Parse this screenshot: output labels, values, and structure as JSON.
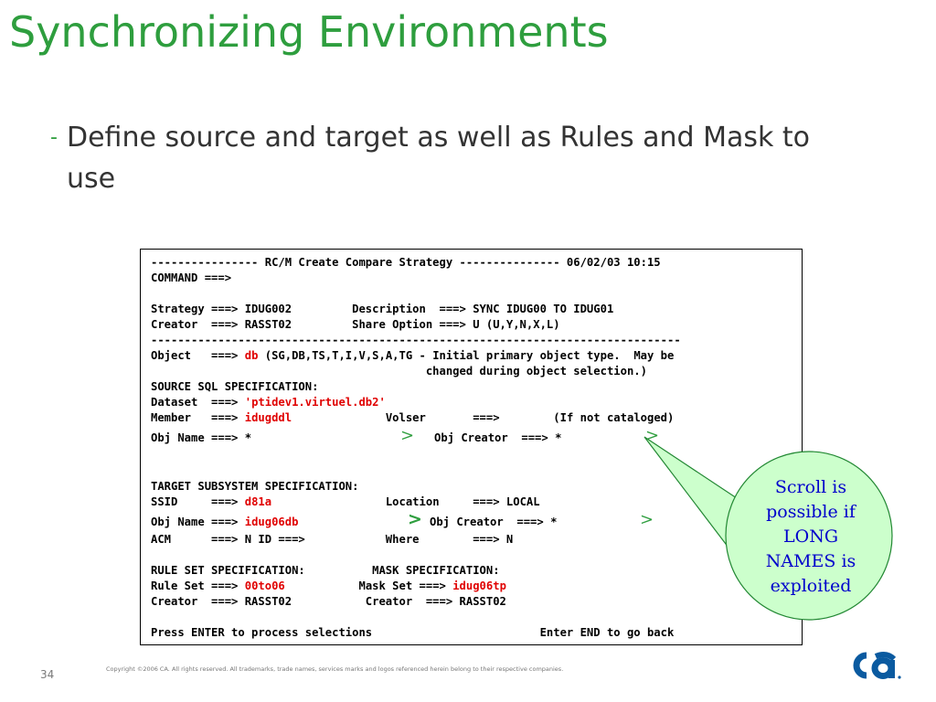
{
  "slide": {
    "title": "Synchronizing Environments",
    "bullet_marker": "-",
    "bullet_text": "Define source and target as well as Rules and Mask to use",
    "page_number": "34",
    "copyright": "Copyright ©2006 CA. All rights reserved. All trademarks, trade names, services marks and logos referenced herein belong to their respective companies.",
    "logo_text": "ca",
    "colors": {
      "accent_green": "#2e9e3e",
      "highlight_red": "#e00000",
      "callout_fill": "#ccffcc",
      "callout_text": "#0000cc"
    }
  },
  "screen": {
    "header": "---------------- RC/M Create Compare Strategy --------------- 06/02/03 10:15",
    "command": "COMMAND ===>",
    "strategy": "Strategy ===> IDUG002         Description  ===> SYNC IDUG00 TO IDUG01",
    "creator": "Creator  ===> RASST02         Share Option ===> U (U,Y,N,X,L)",
    "separator": "-------------------------------------------------------------------------------",
    "object_prefix": "Object   ===> ",
    "object_value": "db",
    "object_suffix": " (SG,DB,TS,T,I,V,S,A,TG - Initial primary object type.  May be",
    "object_cont": "                                         changed during object selection.)",
    "source_heading": "SOURCE SQL SPECIFICATION:",
    "dataset_prefix": "Dataset  ===> ",
    "dataset_value": "'ptidev1.virtuel.db2'",
    "member_prefix": "Member   ===> ",
    "member_value": "idugddl",
    "member_suffix": "              Volser       ===>        (If not cataloged)",
    "src_objname": "Obj Name ===> *",
    "src_objcreator": "Obj Creator  ===> *",
    "target_heading": "TARGET SUBSYSTEM SPECIFICATION:",
    "ssid_prefix": "SSID     ===> ",
    "ssid_value": "d81a",
    "ssid_suffix": "                 Location     ===> LOCAL",
    "tgt_objname_prefix": "Obj Name ===> ",
    "tgt_objname_value": "idug06db",
    "tgt_objcreator": "Obj Creator  ===> *",
    "acm": "ACM      ===> N ID ===>            Where        ===> N",
    "rule_heading": "RULE SET SPECIFICATION:          MASK SPECIFICATION:",
    "ruleset_prefix": "Rule Set ===> ",
    "ruleset_value": "00to06",
    "ruleset_mid": "           Mask Set ===> ",
    "maskset_value": "idug06tp",
    "creator2": "Creator  ===> RASST02           Creator  ===> RASST02",
    "footer": "Press ENTER to process selections                         Enter END to go back",
    "scroll_arrow": ">"
  },
  "callout": {
    "lines": [
      "Scroll is",
      "possible if",
      "LONG",
      "NAMES is",
      "exploited"
    ]
  }
}
